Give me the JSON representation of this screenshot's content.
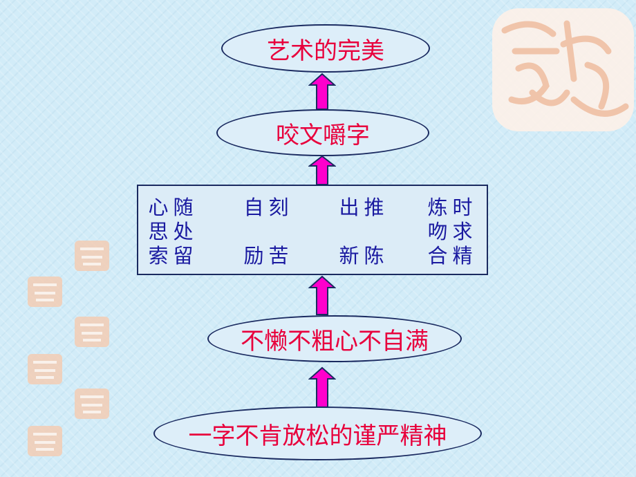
{
  "nodes": {
    "top": "艺术的完美",
    "second": "咬文嚼字",
    "fourth": "不懒不粗心不自满",
    "bottom": "一字不肯放松的谨严精神"
  },
  "methods": [
    {
      "c1": "心",
      "c2": "随",
      "c3": "思",
      "c4": "处",
      "c5": "索",
      "c6": "留"
    },
    {
      "c1": "自",
      "c2": "刻",
      "c3": "",
      "c4": "",
      "c5": "励",
      "c6": "苦"
    },
    {
      "c1": "出",
      "c2": "推",
      "c3": "",
      "c4": "",
      "c5": "新",
      "c6": "陈"
    },
    {
      "c1": "炼",
      "c2": "时",
      "c3": "吻",
      "c4": "求",
      "c5": "合",
      "c6": "精"
    }
  ],
  "colors": {
    "node_text": "#e8003c",
    "box_text": "#1a1aa0",
    "arrow_fill": "#ff00cc",
    "outline": "#1a2a60"
  },
  "decor": {
    "seal_big_icon": "auspicious-seal-icon",
    "seal_small_icon": "small-seal-icon"
  }
}
